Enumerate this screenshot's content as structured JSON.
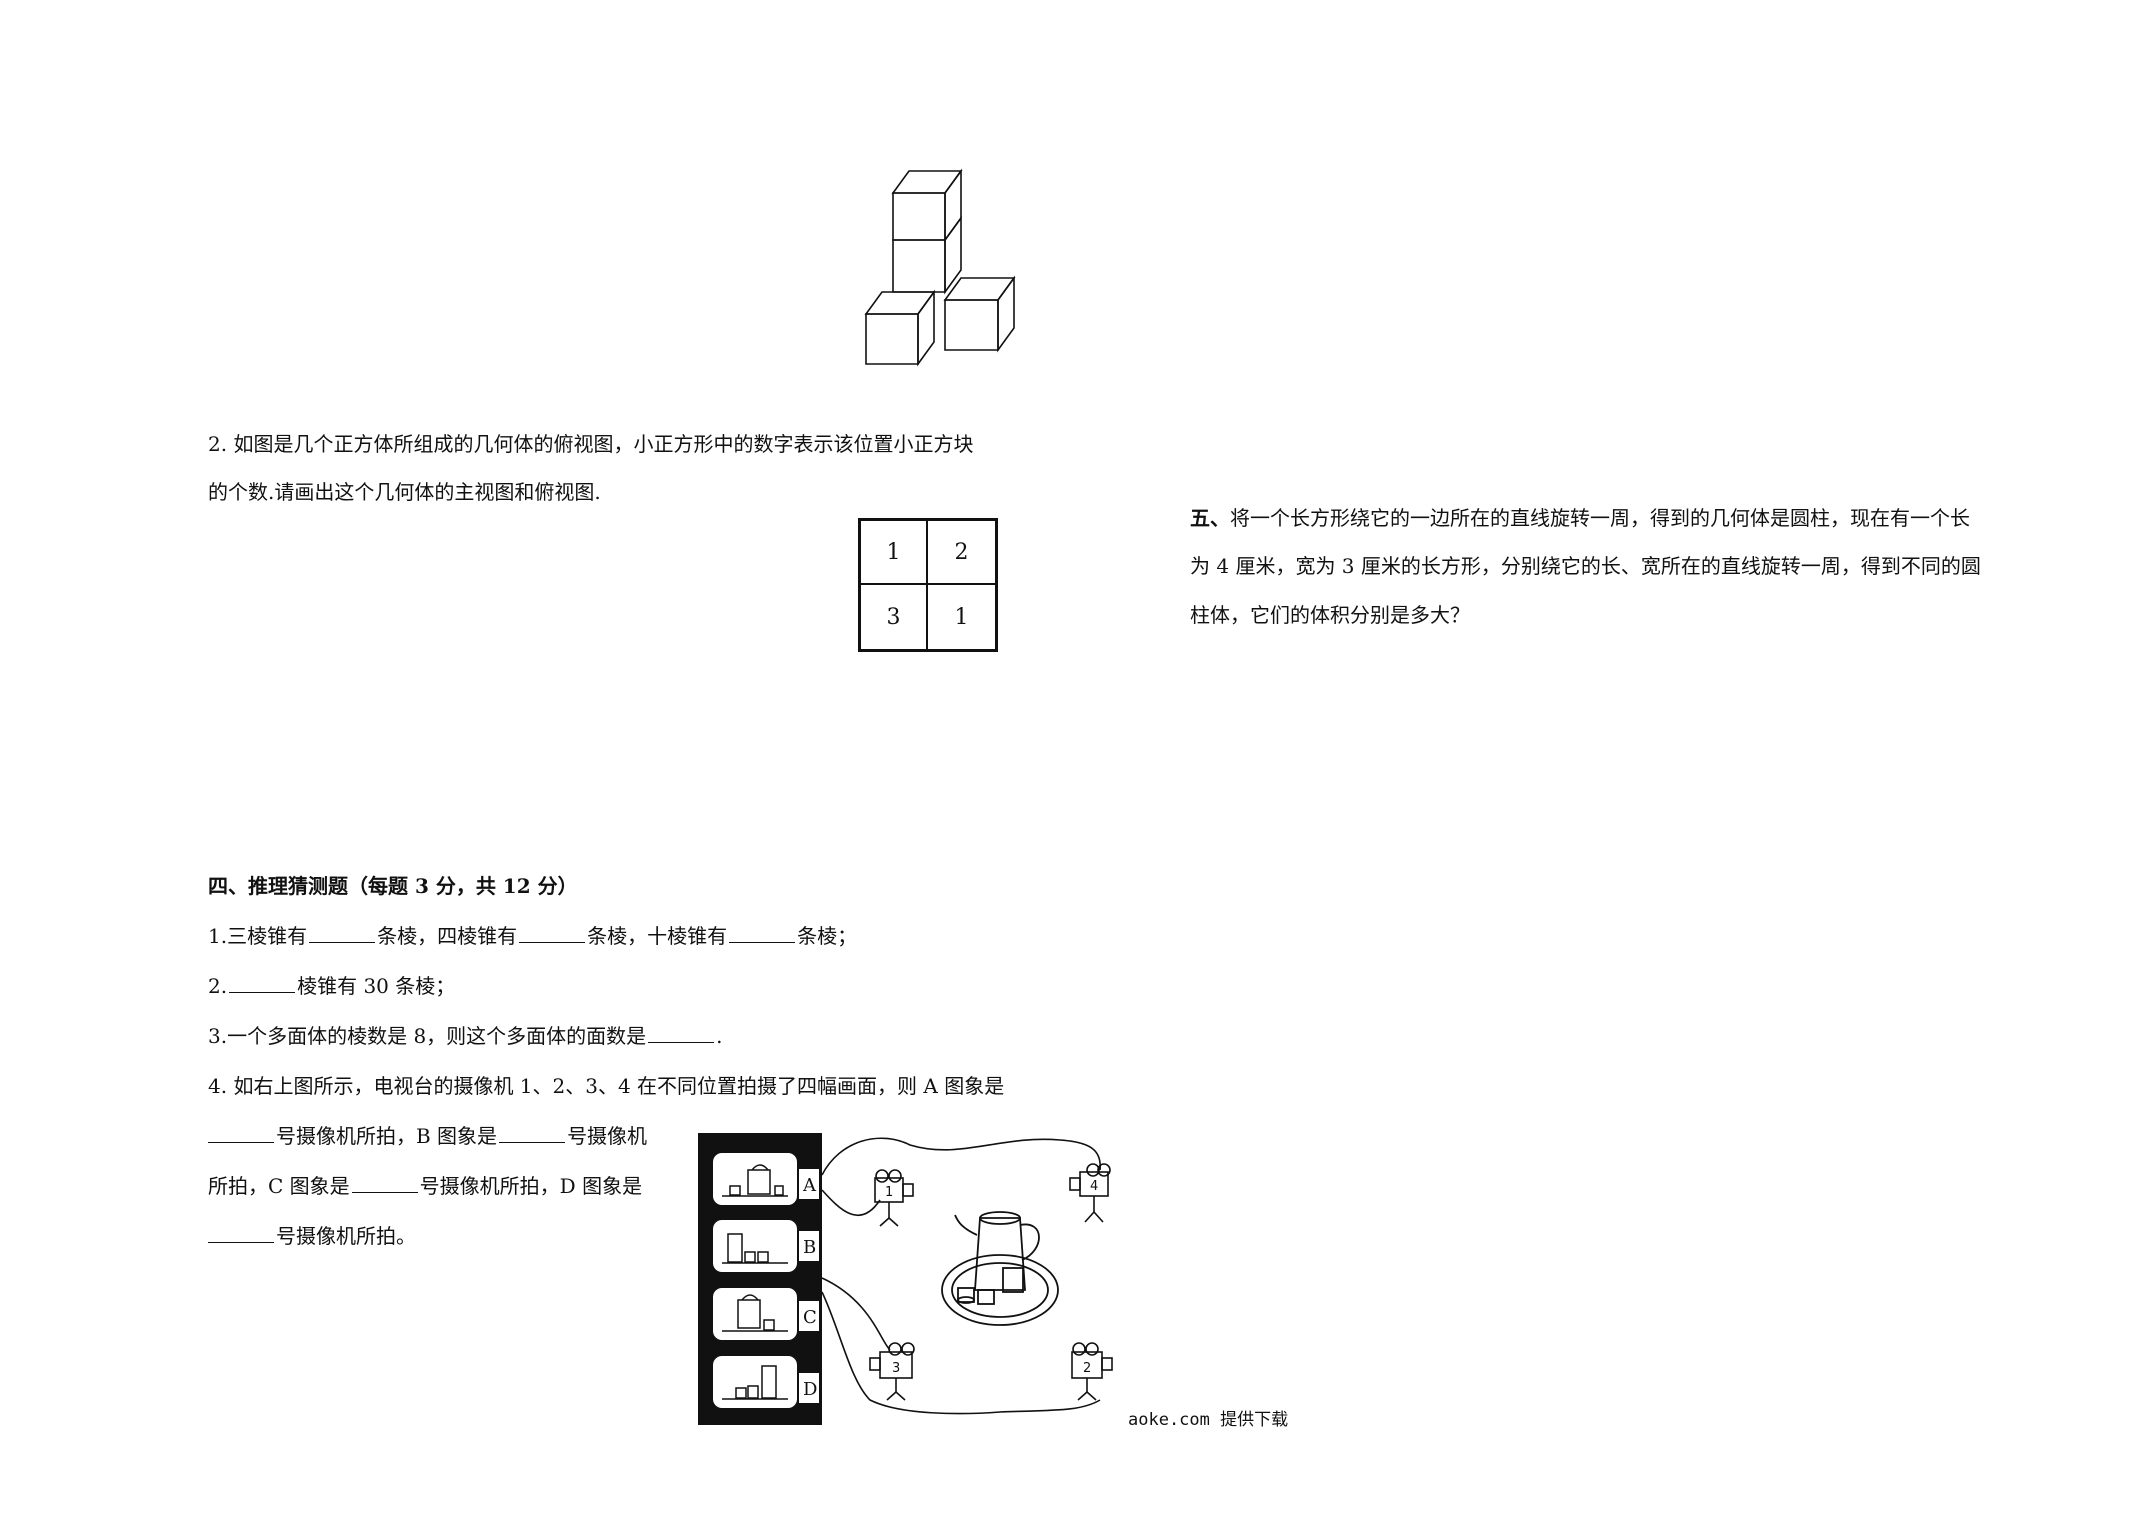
{
  "q3_2": {
    "line1": "2.  如图是几个正方体所组成的几何体的俯视图，小正方形中的数字表示该位置小正方块",
    "line2": "的个数.请画出这个几何体的主视图和俯视图.",
    "grid": [
      "1",
      "2",
      "3",
      "1"
    ]
  },
  "section4": {
    "heading": "四、推理猜测题（每题 3 分，共 12 分）",
    "q1": {
      "a": "1.三棱锥有",
      "b": "条棱，四棱锥有",
      "c": "条棱，十棱锥有",
      "d": "条棱；"
    },
    "q2": {
      "a": "2.",
      "b": "棱锥有 30 条棱；"
    },
    "q3": {
      "a": "3.一个多面体的棱数是 8，则这个多面体的面数是",
      "b": "."
    },
    "q4": {
      "line1": "4.  如右上图所示，电视台的摄像机 1、2、3、4 在不同位置拍摄了四幅画面，则 A 图象是",
      "line2a": "号摄像机所拍，B 图象是",
      "line2b": "号摄像机",
      "line3a": "所拍，C 图象是",
      "line3b": "号摄像机所拍，D 图象是",
      "line4": "号摄像机所拍。"
    },
    "panel_labels": [
      "A",
      "B",
      "C",
      "D"
    ],
    "camera_numbers": [
      "1",
      "4",
      "3",
      "2"
    ]
  },
  "section5": {
    "label": "五、",
    "line1": "将一个长方形绕它的一边所在的直线旋转一周，得到的几何体是圆柱，现在有一个长",
    "line2": "为 4 厘米，宽为 3 厘米的长方形，分别绕它的长、宽所在的直线旋转一周，得到不同的圆",
    "line3": "柱体，它们的体积分别是多大？"
  },
  "footer": "aoke.com 提供下载"
}
